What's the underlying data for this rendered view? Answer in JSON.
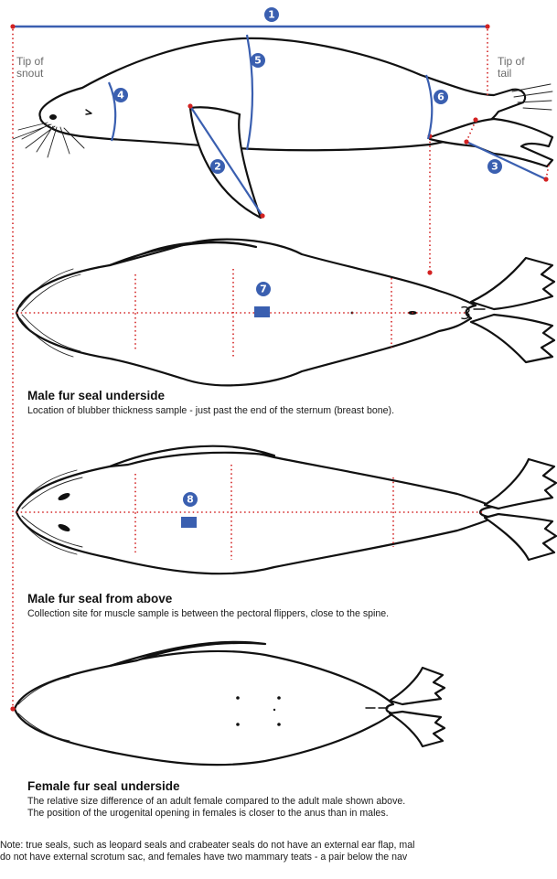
{
  "labels": {
    "tip_snout_1": "Tip of",
    "tip_snout_2": "snout",
    "tip_tail_1": "Tip of",
    "tip_tail_2": "tail"
  },
  "badges": [
    "1",
    "2",
    "3",
    "4",
    "5",
    "6",
    "7",
    "8"
  ],
  "sections": {
    "male_underside": {
      "title": "Male fur seal underside",
      "description": "Location of blubber thickness sample - just past the end of the sternum (breast bone)."
    },
    "male_above": {
      "title": "Male fur seal from above",
      "description": "Collection site for muscle sample is between the pectoral flippers, close to the spine."
    },
    "female_underside": {
      "title": "Female fur seal underside",
      "description_1": "The relative size difference of an adult female compared to the adult male shown above.",
      "description_2": "The position of the urogenital opening in females is closer to the anus than in males."
    }
  },
  "note": {
    "line_1": "Note: true seals, such as leopard seals and crabeater seals do not have an external ear flap, mal",
    "line_2": "do not have external scrotum sac, and females have two mammary teats - a pair below the nav"
  },
  "colors": {
    "measure_blue": "#3a5fb0",
    "guide_red": "#d32222",
    "outline": "#111111"
  }
}
